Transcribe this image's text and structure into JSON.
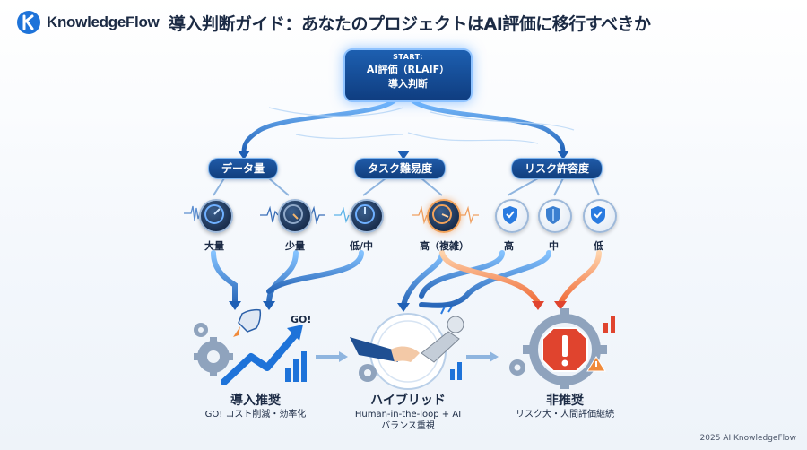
{
  "header": {
    "logo_text": "KnowledgeFlow",
    "title": "導入判断ガイド：あなたのプロジェクトはAI評価に移行すべきか"
  },
  "start": {
    "tag": "START:",
    "line1": "AI評価（RLAIF）",
    "line2": "導入判断"
  },
  "criteria": [
    {
      "label": "データ量"
    },
    {
      "label": "タスク難易度"
    },
    {
      "label": "リスク許容度"
    }
  ],
  "options": [
    {
      "label": "大量",
      "icon": "gauge-icon"
    },
    {
      "label": "少量",
      "icon": "gauge-icon"
    },
    {
      "label": "低/中",
      "icon": "gauge-icon"
    },
    {
      "label": "高（複雑）",
      "icon": "gauge-icon"
    },
    {
      "label": "高",
      "icon": "shield-check-icon"
    },
    {
      "label": "中",
      "icon": "shield-icon"
    },
    {
      "label": "低",
      "icon": "shield-check-icon"
    }
  ],
  "outcomes": [
    {
      "title": "導入推奨",
      "sub1": "GO! コスト削減・効率化",
      "sub2": "",
      "badge": "GO!"
    },
    {
      "title": "ハイブリッド",
      "sub1": "Human-in-the-loop + AI",
      "sub2": "バランス重視",
      "badge": ""
    },
    {
      "title": "非推奨",
      "sub1": "リスク大・人間評価継続",
      "sub2": "",
      "badge": ""
    }
  ],
  "footer": "2025 AI KnowledgeFlow",
  "colors": {
    "navy": "#113f7d",
    "blue": "#2a7be0",
    "orange": "#f08a3a",
    "red": "#e0442e"
  }
}
